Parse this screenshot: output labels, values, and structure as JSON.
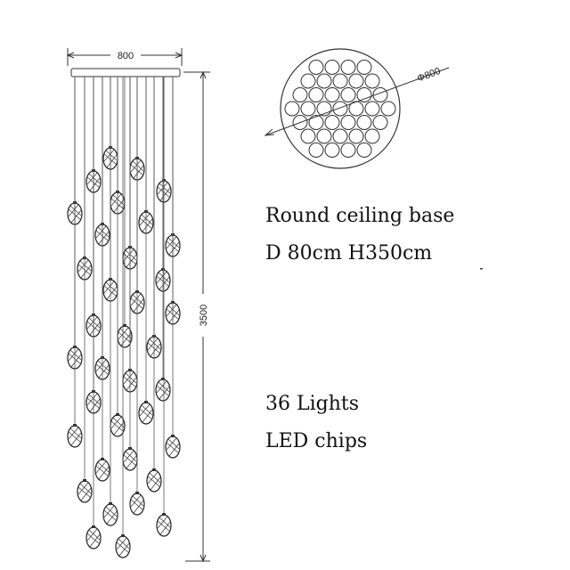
{
  "drawing": {
    "width_label": "800",
    "height_label": "3500",
    "base_diameter_label": "Φ800"
  },
  "specs": {
    "base_line": "Round ceiling base",
    "size_line": "D 80cm H350cm",
    "lights_line": "36 Lights",
    "chip_line": "LED chips"
  }
}
